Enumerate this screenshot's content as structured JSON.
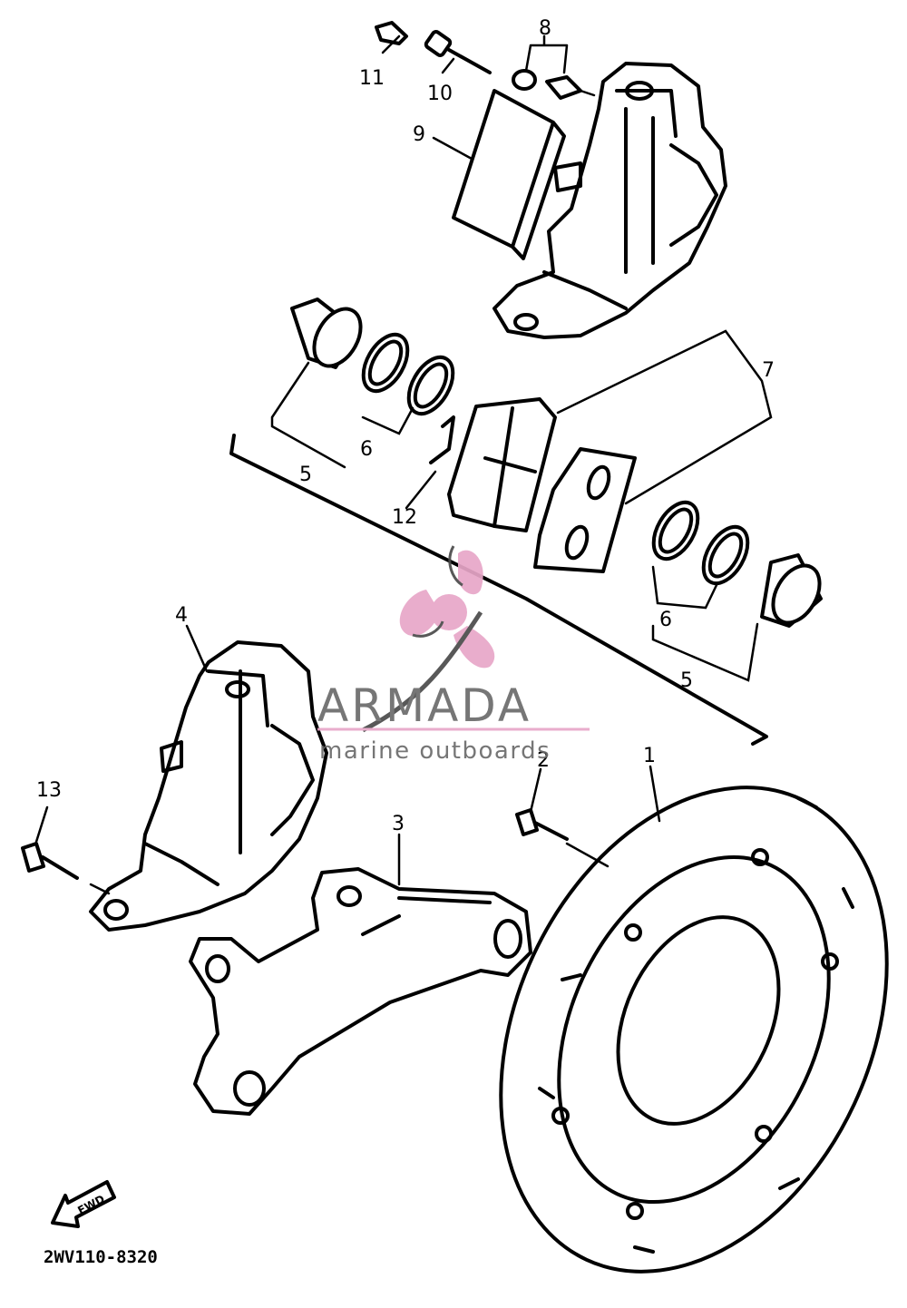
{
  "diagram": {
    "callouts": [
      {
        "id": "c1",
        "label": "1"
      },
      {
        "id": "c2",
        "label": "2"
      },
      {
        "id": "c3",
        "label": "3"
      },
      {
        "id": "c4",
        "label": "4"
      },
      {
        "id": "c5a",
        "label": "5"
      },
      {
        "id": "c5b",
        "label": "5"
      },
      {
        "id": "c6a",
        "label": "6"
      },
      {
        "id": "c6b",
        "label": "6"
      },
      {
        "id": "c7",
        "label": "7"
      },
      {
        "id": "c8",
        "label": "8"
      },
      {
        "id": "c9",
        "label": "9"
      },
      {
        "id": "c10",
        "label": "10"
      },
      {
        "id": "c11",
        "label": "11"
      },
      {
        "id": "c12",
        "label": "12"
      },
      {
        "id": "c13",
        "label": "13"
      }
    ],
    "part_code": "2WV110-8320",
    "front_arrow": "FWD"
  },
  "watermark": {
    "brand": "ARMADA",
    "tagline": "marine outboards",
    "colors": {
      "text": "#6b6b6b",
      "accent": "#e8a7c8",
      "dark": "#4a4a4a"
    }
  }
}
